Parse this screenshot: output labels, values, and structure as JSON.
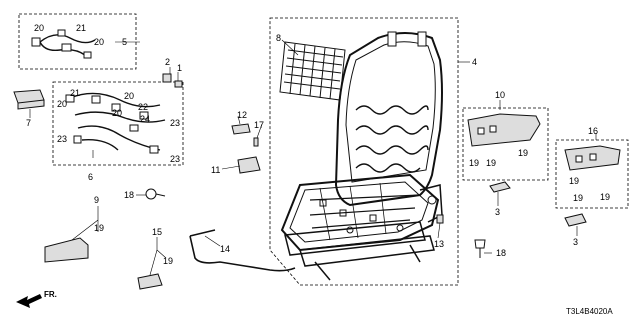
{
  "diagram_code": "T3L4B4020A",
  "direction_label": "FR.",
  "callouts": {
    "c1": "1",
    "c2": "2",
    "c3a": "3",
    "c3b": "3",
    "c4": "4",
    "c5": "5",
    "c6": "6",
    "c7": "7",
    "c8": "8",
    "c9": "9",
    "c10": "10",
    "c11": "11",
    "c12": "12",
    "c13": "13",
    "c14": "14",
    "c15": "15",
    "c16": "16",
    "c17": "17",
    "c18a": "18",
    "c18b": "18",
    "c19a": "19",
    "c19b": "19",
    "c19c": "19",
    "c19d": "19",
    "c19e": "19",
    "c19f": "19",
    "c19g": "19",
    "c19h": "19",
    "c20a": "20",
    "c20b": "20",
    "c20c": "20",
    "c20d": "20",
    "c20e": "20",
    "c21a": "21",
    "c21b": "21",
    "c22": "22",
    "c23a": "23",
    "c23b": "23",
    "c23c": "23",
    "c24": "24"
  }
}
